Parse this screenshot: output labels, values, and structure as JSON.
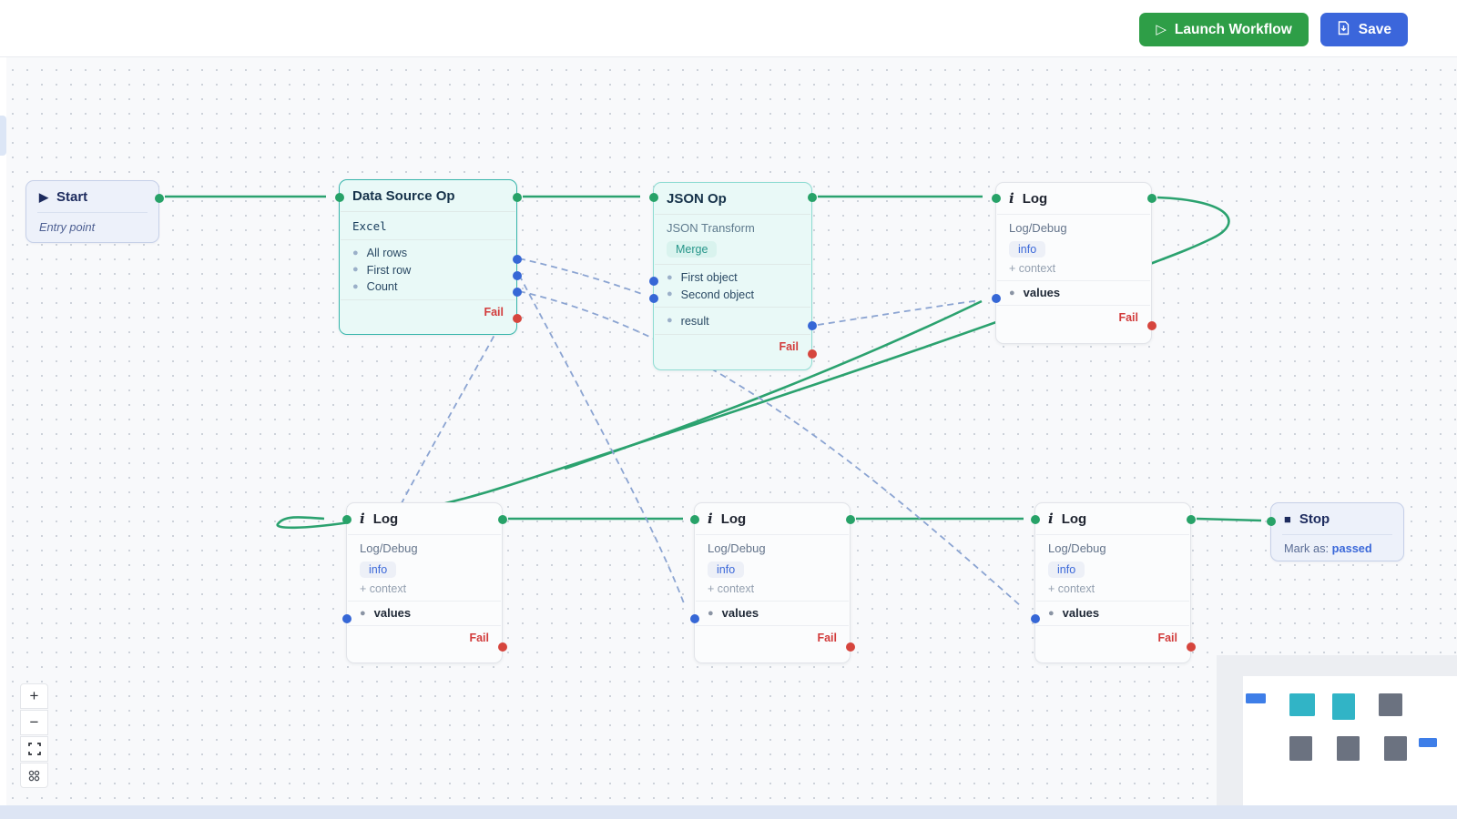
{
  "toolbar": {
    "launch_label": "Launch Workflow",
    "save_label": "Save"
  },
  "controls": {
    "zoom_in": "+",
    "zoom_out": "−"
  },
  "nodes": {
    "start": {
      "icon": "▶",
      "title": "Start",
      "subtitle": "Entry point"
    },
    "data_source": {
      "title": "Data Source Op",
      "code": "Excel",
      "outputs": [
        "All rows",
        "First row",
        "Count"
      ],
      "fail_label": "Fail"
    },
    "json_op": {
      "title": "JSON Op",
      "subtitle": "JSON Transform",
      "badge": "Merge",
      "inputs": [
        "First object",
        "Second object"
      ],
      "output": "result",
      "fail_label": "Fail"
    },
    "log": {
      "icon": "i",
      "title": "Log",
      "subtitle": "Log/Debug",
      "badge": "info",
      "context_label": "+ context",
      "value_label": "values",
      "fail_label": "Fail"
    },
    "stop": {
      "icon": "■",
      "title": "Stop",
      "mark_prefix": "Mark as:",
      "mark_value": "passed"
    }
  },
  "connections": [
    {
      "from": "start",
      "to": "data-source-op",
      "type": "success"
    },
    {
      "from": "data-source-op",
      "to": "json-op",
      "type": "success"
    },
    {
      "from": "json-op",
      "to": "log-top",
      "type": "success"
    },
    {
      "from": "log-top",
      "to": "log-1",
      "type": "success"
    },
    {
      "from": "json-op",
      "to": "log-top.values",
      "type": "success"
    },
    {
      "from": "json-op.result",
      "to": "log-top.values",
      "type": "data"
    },
    {
      "from": "data-source-op.all-rows",
      "to": "json-op.second-object",
      "type": "data"
    },
    {
      "from": "data-source-op.first-row",
      "to": "log-2.values",
      "type": "data"
    },
    {
      "from": "data-source-op.count",
      "to": "log-3.values",
      "type": "data"
    },
    {
      "from": "data-source-op",
      "to": "log-1.values",
      "type": "data"
    },
    {
      "from": "log-1",
      "to": "log-2",
      "type": "success"
    },
    {
      "from": "log-2",
      "to": "log-3",
      "type": "success"
    },
    {
      "from": "log-3",
      "to": "stop",
      "type": "success"
    }
  ],
  "colors": {
    "edge_success": "#2ba26f",
    "edge_data": "#8ba4d2",
    "port_green": "#27a268",
    "port_blue": "#3667d6",
    "port_red": "#d6453d",
    "button_green": "#2e9e47",
    "button_blue": "#3b66db",
    "fail_text": "#d23b3b",
    "badge_merge_text": "#27968a",
    "badge_info_text": "#3b68d9",
    "minimap_teal": "#31b4c6",
    "minimap_gray": "#6b7280",
    "minimap_blue": "#3e7ee8"
  }
}
